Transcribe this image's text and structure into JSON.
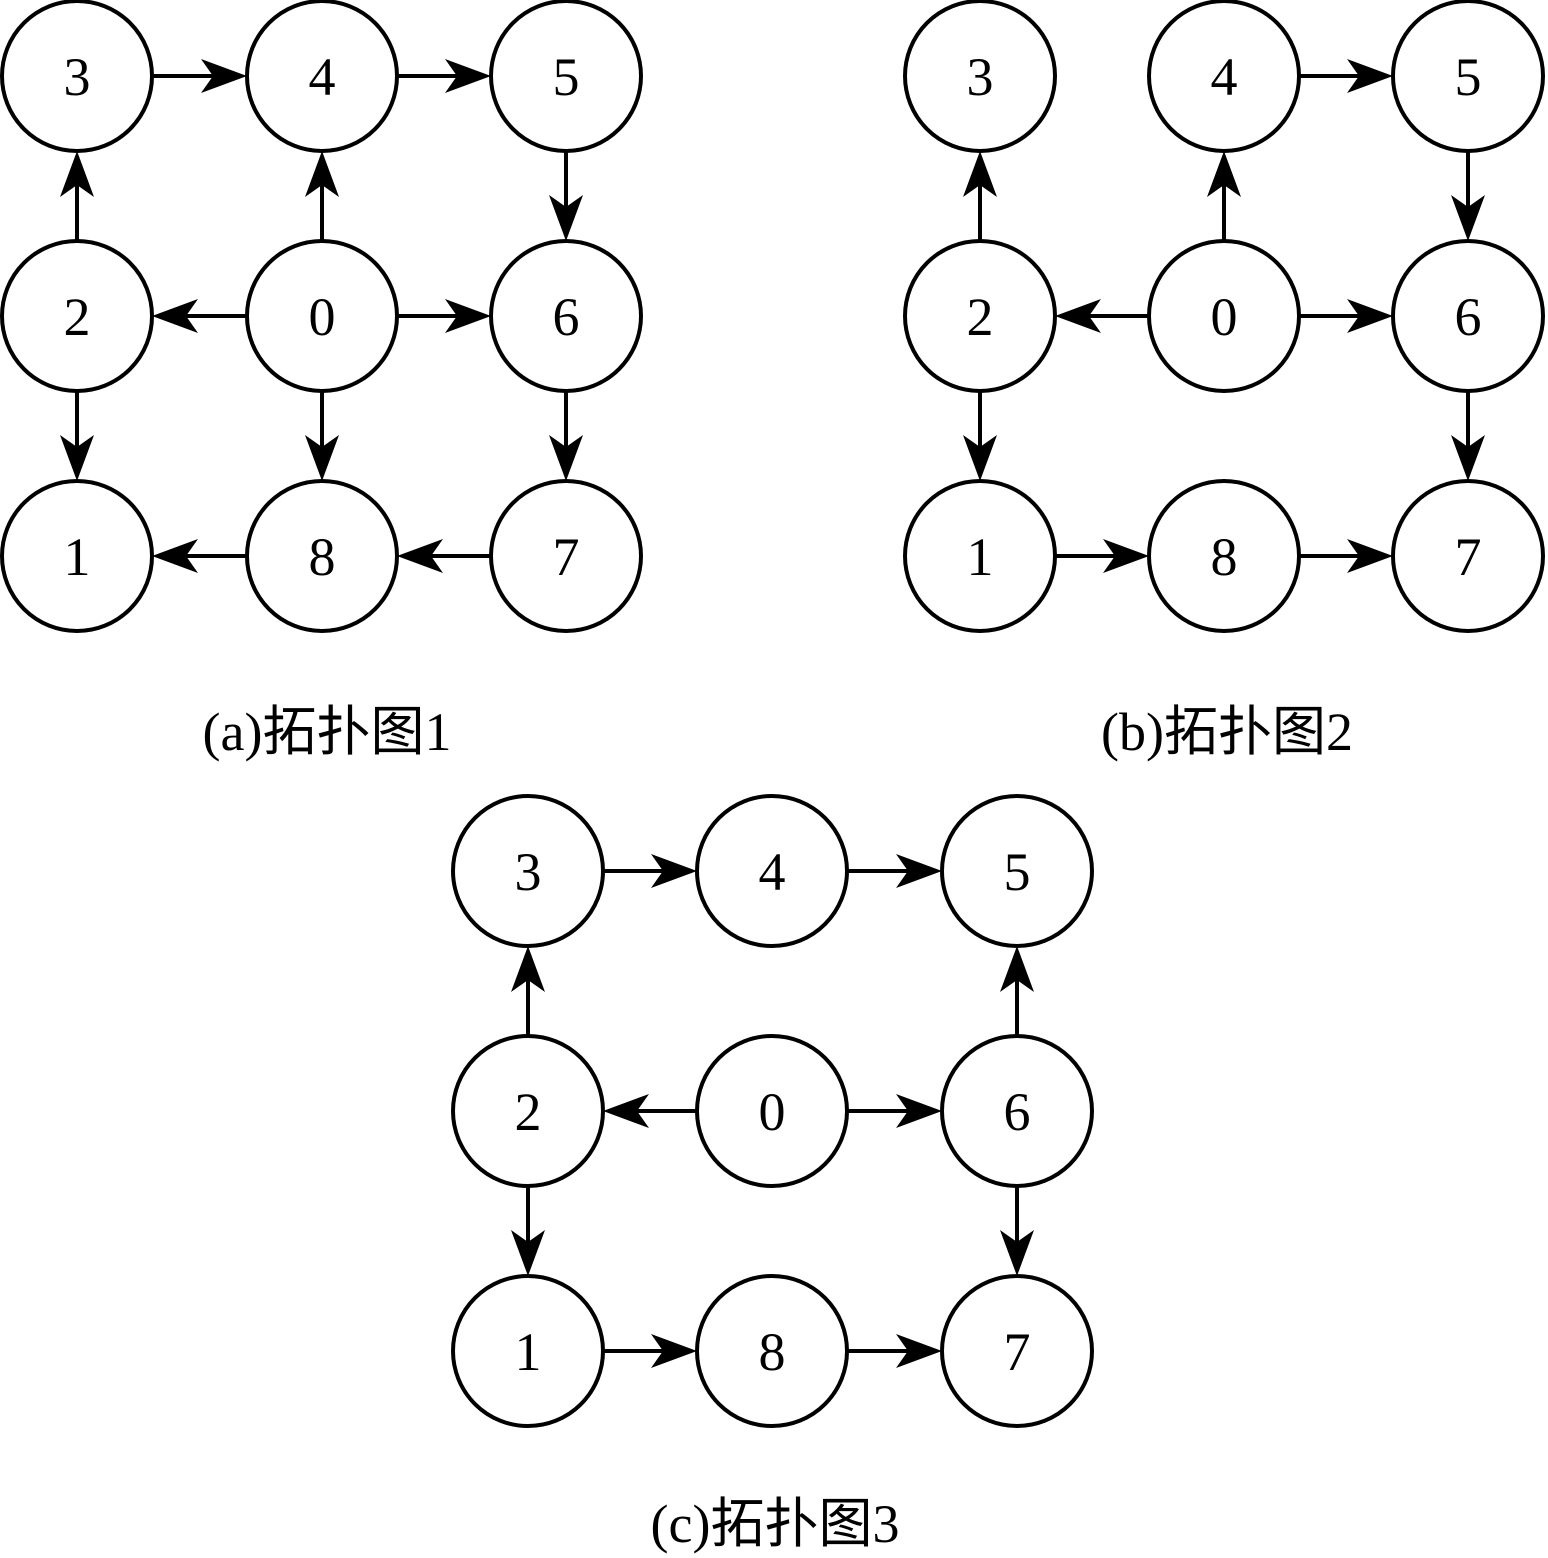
{
  "diagrams": [
    {
      "id": "a",
      "caption": "(a)拓扑图1",
      "nodes": [
        {
          "label": "3",
          "row": 0,
          "col": 0
        },
        {
          "label": "4",
          "row": 0,
          "col": 1
        },
        {
          "label": "5",
          "row": 0,
          "col": 2
        },
        {
          "label": "2",
          "row": 1,
          "col": 0
        },
        {
          "label": "0",
          "row": 1,
          "col": 1
        },
        {
          "label": "6",
          "row": 1,
          "col": 2
        },
        {
          "label": "1",
          "row": 2,
          "col": 0
        },
        {
          "label": "8",
          "row": 2,
          "col": 1
        },
        {
          "label": "7",
          "row": 2,
          "col": 2
        }
      ],
      "edges": [
        {
          "from": "3",
          "to": "4"
        },
        {
          "from": "4",
          "to": "5"
        },
        {
          "from": "2",
          "to": "3"
        },
        {
          "from": "0",
          "to": "4"
        },
        {
          "from": "5",
          "to": "6"
        },
        {
          "from": "0",
          "to": "2"
        },
        {
          "from": "0",
          "to": "6"
        },
        {
          "from": "2",
          "to": "1"
        },
        {
          "from": "0",
          "to": "8"
        },
        {
          "from": "6",
          "to": "7"
        },
        {
          "from": "8",
          "to": "1"
        },
        {
          "from": "7",
          "to": "8"
        }
      ]
    },
    {
      "id": "b",
      "caption": "(b)拓扑图2",
      "nodes": [
        {
          "label": "3",
          "row": 0,
          "col": 0
        },
        {
          "label": "4",
          "row": 0,
          "col": 1
        },
        {
          "label": "5",
          "row": 0,
          "col": 2
        },
        {
          "label": "2",
          "row": 1,
          "col": 0
        },
        {
          "label": "0",
          "row": 1,
          "col": 1
        },
        {
          "label": "6",
          "row": 1,
          "col": 2
        },
        {
          "label": "1",
          "row": 2,
          "col": 0
        },
        {
          "label": "8",
          "row": 2,
          "col": 1
        },
        {
          "label": "7",
          "row": 2,
          "col": 2
        }
      ],
      "edges": [
        {
          "from": "4",
          "to": "5"
        },
        {
          "from": "2",
          "to": "3"
        },
        {
          "from": "0",
          "to": "4"
        },
        {
          "from": "5",
          "to": "6"
        },
        {
          "from": "0",
          "to": "2"
        },
        {
          "from": "0",
          "to": "6"
        },
        {
          "from": "2",
          "to": "1"
        },
        {
          "from": "6",
          "to": "7"
        },
        {
          "from": "1",
          "to": "8"
        },
        {
          "from": "8",
          "to": "7"
        }
      ]
    },
    {
      "id": "c",
      "caption": "(c)拓扑图3",
      "nodes": [
        {
          "label": "3",
          "row": 0,
          "col": 0
        },
        {
          "label": "4",
          "row": 0,
          "col": 1
        },
        {
          "label": "5",
          "row": 0,
          "col": 2
        },
        {
          "label": "2",
          "row": 1,
          "col": 0
        },
        {
          "label": "0",
          "row": 1,
          "col": 1
        },
        {
          "label": "6",
          "row": 1,
          "col": 2
        },
        {
          "label": "1",
          "row": 2,
          "col": 0
        },
        {
          "label": "8",
          "row": 2,
          "col": 1
        },
        {
          "label": "7",
          "row": 2,
          "col": 2
        }
      ],
      "edges": [
        {
          "from": "3",
          "to": "4"
        },
        {
          "from": "4",
          "to": "5"
        },
        {
          "from": "2",
          "to": "3"
        },
        {
          "from": "6",
          "to": "5"
        },
        {
          "from": "0",
          "to": "2"
        },
        {
          "from": "0",
          "to": "6"
        },
        {
          "from": "2",
          "to": "1"
        },
        {
          "from": "6",
          "to": "7"
        },
        {
          "from": "1",
          "to": "8"
        },
        {
          "from": "8",
          "to": "7"
        }
      ]
    }
  ]
}
